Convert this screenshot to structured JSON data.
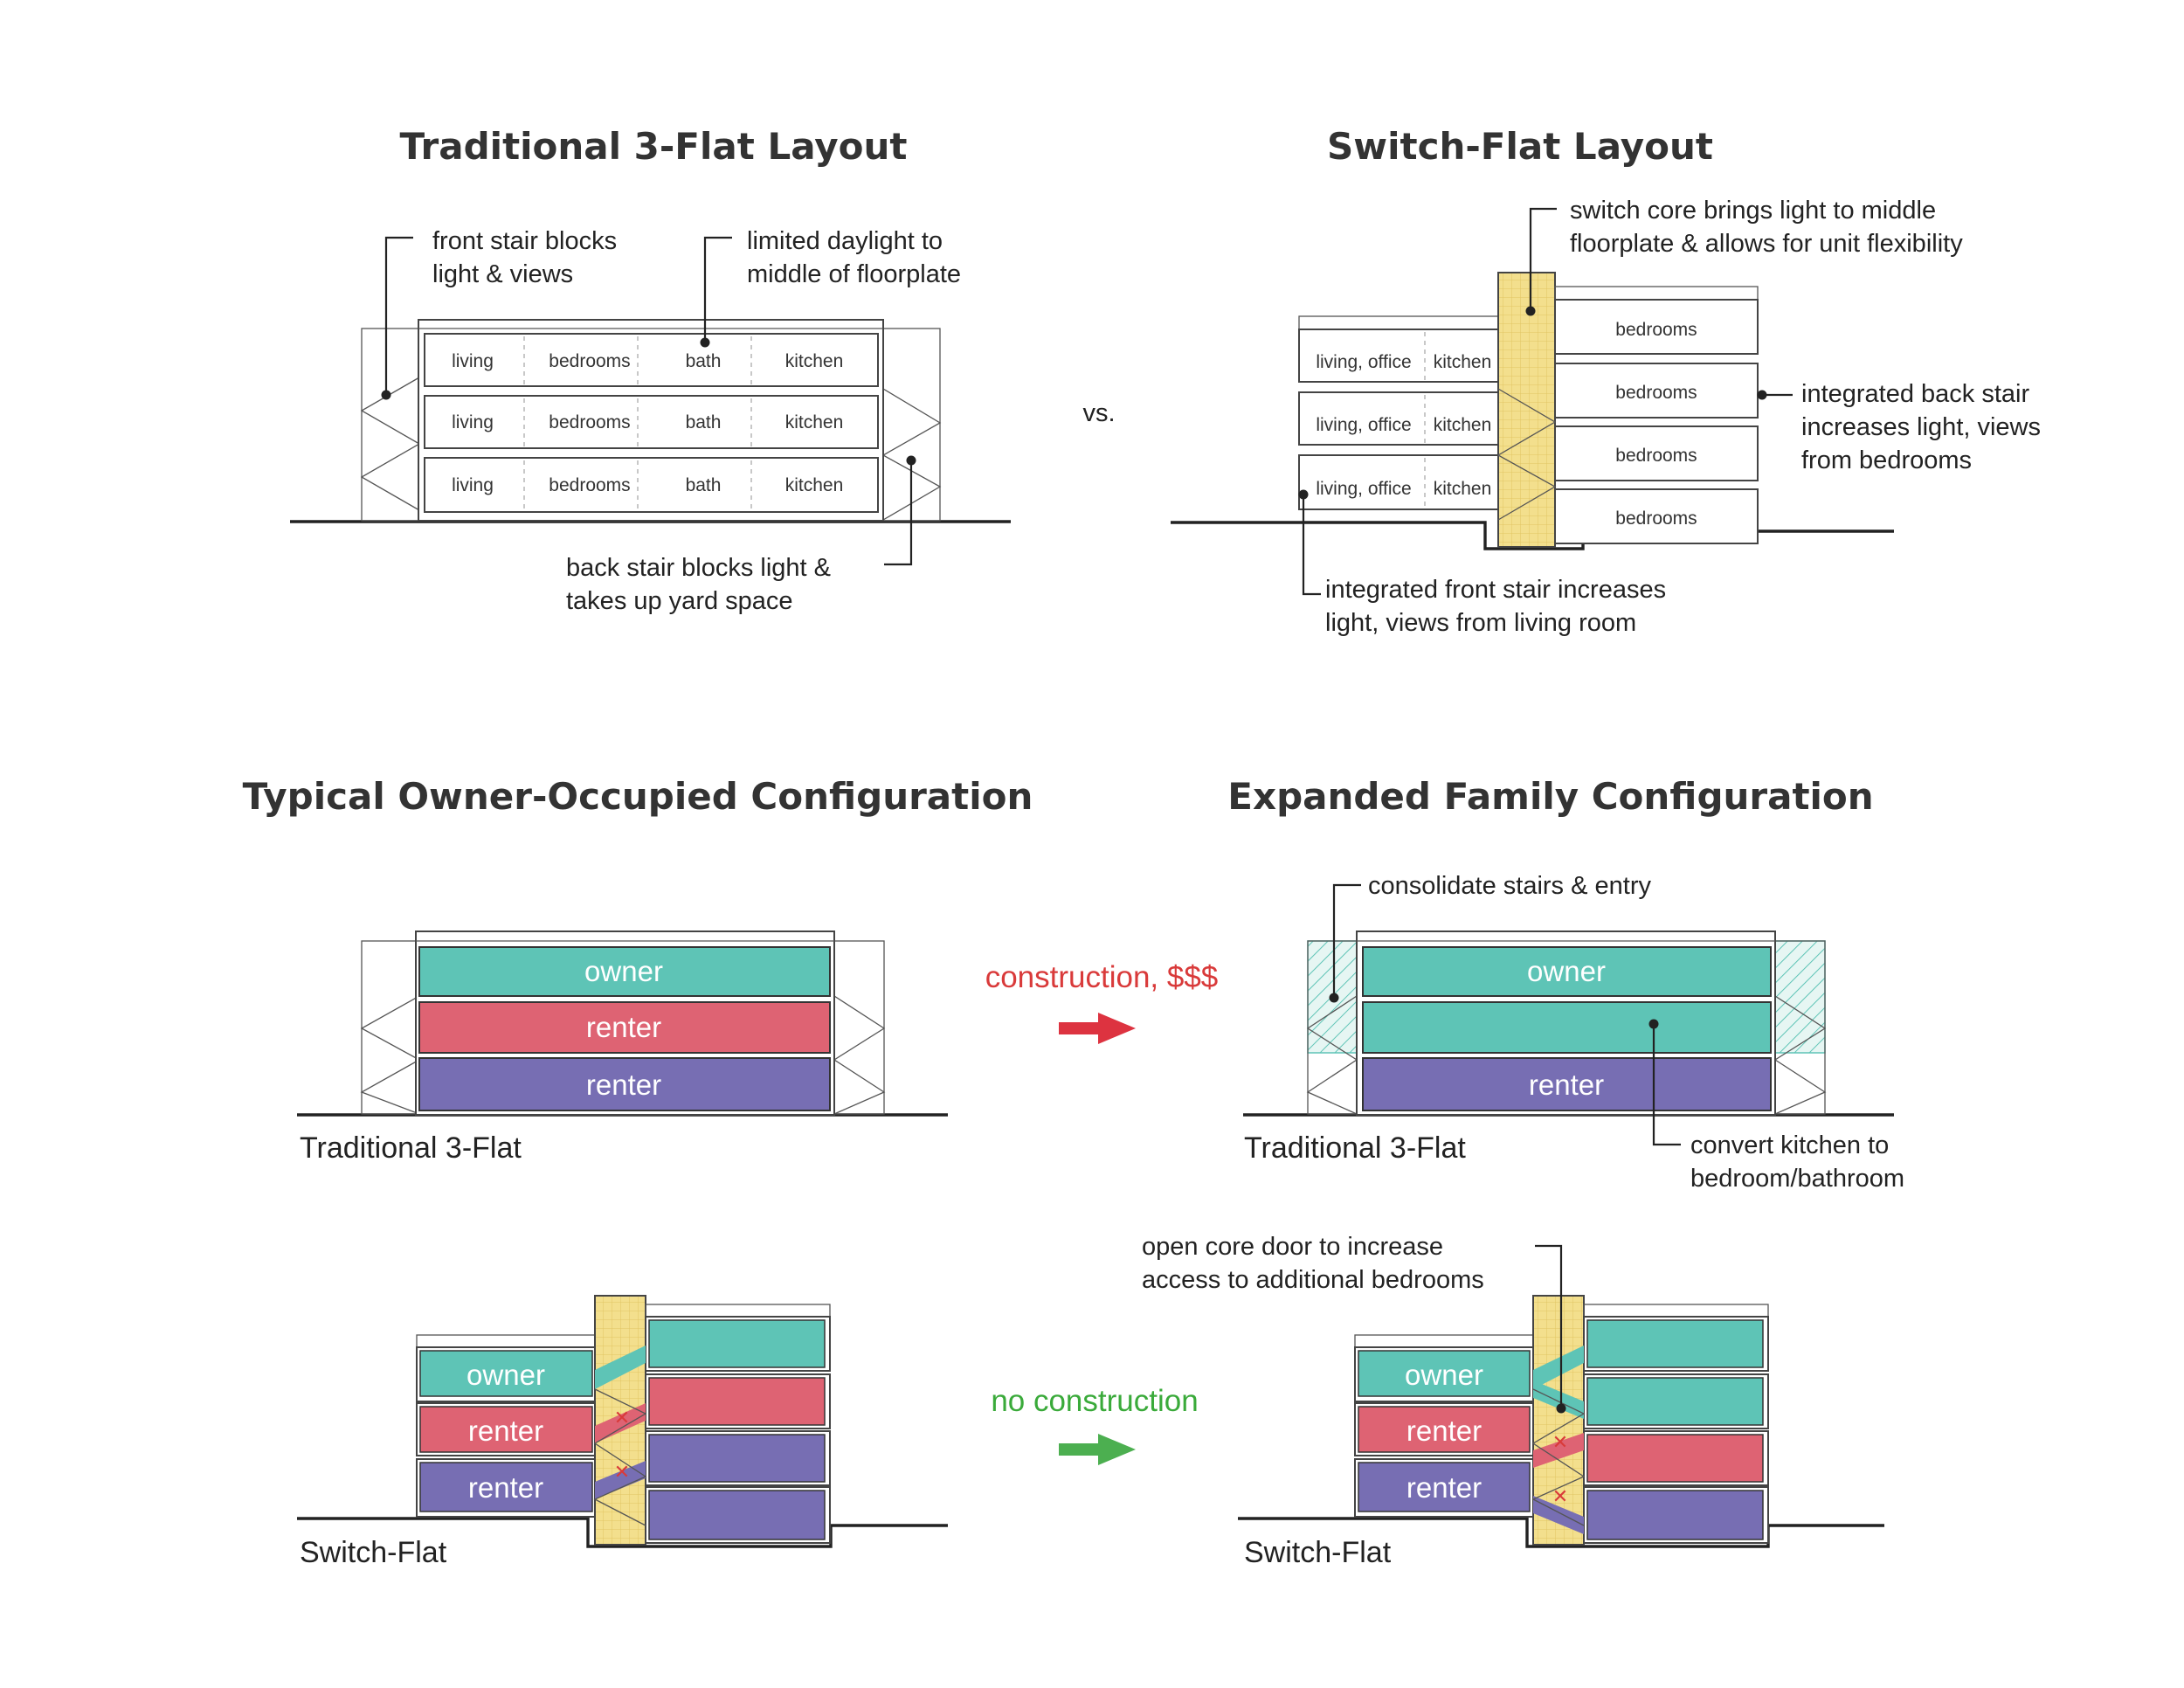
{
  "titles": {
    "traditional_layout": "Traditional 3-Flat Layout",
    "switch_layout": "Switch-Flat Layout",
    "owner_config": "Typical Owner-Occupied Configuration",
    "expanded_config": "Expanded Family Configuration"
  },
  "vs": "vs.",
  "traditional_floors": [
    {
      "living": "living",
      "bedrooms": "bedrooms",
      "bath": "bath",
      "kitchen": "kitchen"
    },
    {
      "living": "living",
      "bedrooms": "bedrooms",
      "bath": "bath",
      "kitchen": "kitchen"
    },
    {
      "living": "living",
      "bedrooms": "bedrooms",
      "bath": "bath",
      "kitchen": "kitchen"
    }
  ],
  "traditional_notes": {
    "front_stair": [
      "front stair blocks",
      "light & views"
    ],
    "daylight": [
      "limited  daylight  to",
      "middle of floorplate"
    ],
    "back_stair": [
      "back stair blocks light &",
      "takes up yard space"
    ]
  },
  "switch_front_rooms": [
    {
      "a": "living, office",
      "b": "kitchen"
    },
    {
      "a": "living, office",
      "b": "kitchen"
    },
    {
      "a": "living, office",
      "b": "kitchen"
    }
  ],
  "switch_back_rooms": [
    "bedrooms",
    "bedrooms",
    "bedrooms",
    "bedrooms"
  ],
  "switch_notes": {
    "core": [
      "switch  core  brings  light  to  middle",
      "floorplate & allows for unit flexibility"
    ],
    "back_stair": [
      "integrated back stair",
      "increases light, views",
      "from bedrooms"
    ],
    "front_stair": [
      "integrated front stair increases",
      "light, views from living room"
    ]
  },
  "units": {
    "owner": "owner",
    "renter": "renter"
  },
  "captions": {
    "trad": "Traditional 3-Flat",
    "switch": "Switch-Flat"
  },
  "arrows": {
    "construction": "construction, $$$",
    "no_construction": "no construction"
  },
  "expanded_notes": {
    "consolidate": "consolidate stairs & entry",
    "convert": [
      "convert  kitchen  to",
      "bedroom/bathroom"
    ],
    "open_core": [
      "open  core  door  to  increase",
      "access to additional bedrooms"
    ]
  },
  "colors": {
    "owner": "#5ec4b6",
    "renter_red": "#de6373",
    "renter_purple": "#776eb3",
    "core": "#f3df8d",
    "arrow_red": "#dd3340",
    "arrow_green": "#4caf50",
    "text_red": "#d93a3a",
    "text_green": "#3aaa3a"
  }
}
